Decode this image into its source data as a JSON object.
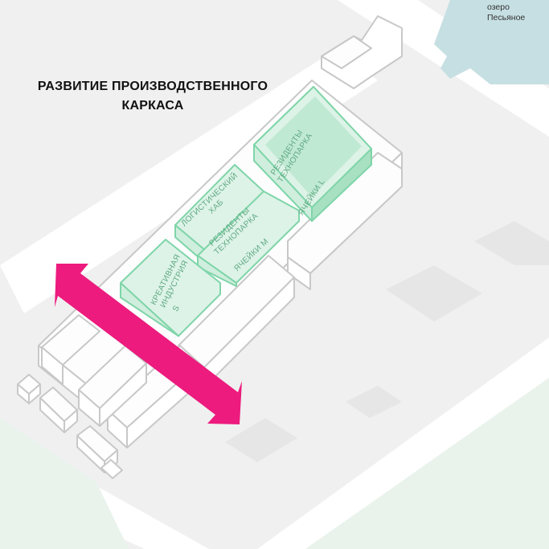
{
  "title_line1": "РАЗВИТИЕ ПРОИЗВОДСТВЕННОГО",
  "title_line2": "КАРКАСА",
  "lake": {
    "line1": "озеро",
    "line2": "Песьяное"
  },
  "zones": {
    "creative": {
      "line1": "КРЕАТИВНАЯ",
      "line2": "ИНДУСТРИЯ",
      "size": "S"
    },
    "logistics": {
      "line1": "ЛОГИСТИЧЕСКИЙ",
      "line2": "ХАБ"
    },
    "residents_m": {
      "line1": "РЕЗИДЕНТЫ",
      "line2": "ТЕХНОПАРКА",
      "cells": "ЯЧЕЙКИ M"
    },
    "residents_l": {
      "line1": "РЕЗИДЕНТЫ",
      "line2": "ТЕХНОПАРКА",
      "cells": "ЯЧЕЙКИ L"
    }
  },
  "colors": {
    "arrow": "#ec1b7d",
    "zone_fill": "#cfeedd",
    "zone_stroke": "#7fd5a9",
    "lake": "#c6dfe2",
    "park": "#e9f3ec"
  },
  "icons": [
    "double-arrow-icon"
  ]
}
